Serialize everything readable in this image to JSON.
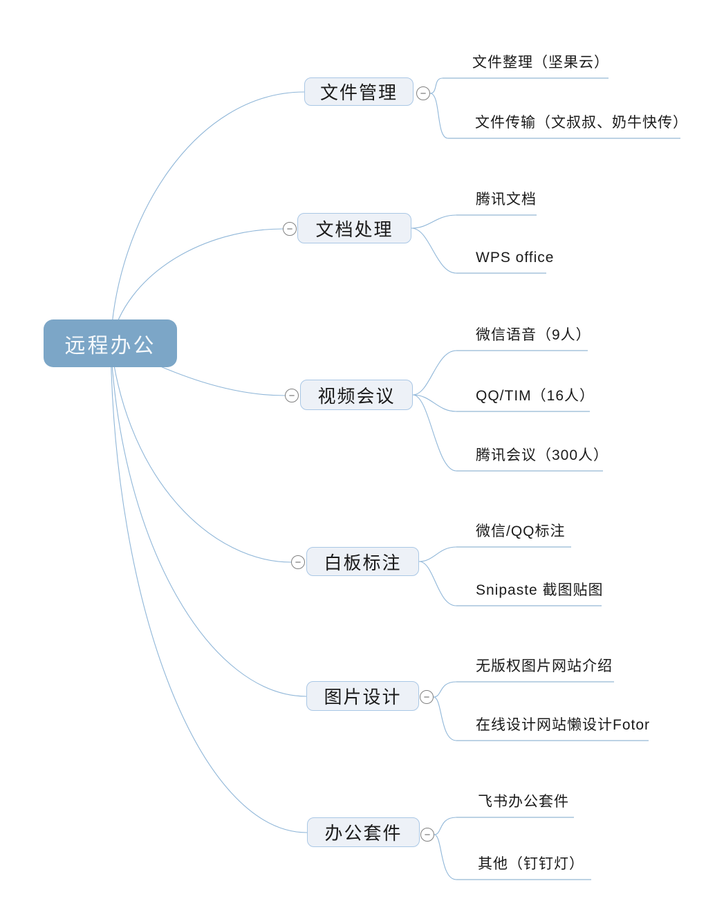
{
  "colors": {
    "background": "#FFFFFF",
    "root_fill": "#7CA6C7",
    "root_text": "#F4F8FB",
    "branch_fill": "#EDF1F7",
    "branch_border": "#A9C7E5",
    "branch_text": "#1A1A1A",
    "leaf_text": "#1A1A1A",
    "connector": "#8FB6D8",
    "underline": "#A6C4DC",
    "toggle_border": "#7F7F7F",
    "toggle_fill": "#FFFFFF",
    "toggle_glyph": "#666666"
  },
  "icons": {
    "collapse_minus": "−"
  },
  "root": {
    "label": "远程办公"
  },
  "branches": [
    {
      "label": "文件管理",
      "toggle_side": "right",
      "children": [
        {
          "label": "文件整理（坚果云）"
        },
        {
          "label": "文件传输（文叔叔、奶牛快传）"
        }
      ]
    },
    {
      "label": "文档处理",
      "toggle_side": "left",
      "children": [
        {
          "label": "腾讯文档"
        },
        {
          "label": "WPS office"
        }
      ]
    },
    {
      "label": "视频会议",
      "toggle_side": "left",
      "children": [
        {
          "label": "微信语音（9人）"
        },
        {
          "label": "QQ/TIM（16人）"
        },
        {
          "label": "腾讯会议（300人）"
        }
      ]
    },
    {
      "label": "白板标注",
      "toggle_side": "left",
      "children": [
        {
          "label": "微信/QQ标注"
        },
        {
          "label": "Snipaste 截图贴图"
        }
      ]
    },
    {
      "label": "图片设计",
      "toggle_side": "right",
      "children": [
        {
          "label": "无版权图片网站介绍"
        },
        {
          "label": "在线设计网站懒设计Fotor"
        }
      ]
    },
    {
      "label": "办公套件",
      "toggle_side": "right",
      "children": [
        {
          "label": "飞书办公套件"
        },
        {
          "label": "其他（钉钉灯）"
        }
      ]
    }
  ]
}
